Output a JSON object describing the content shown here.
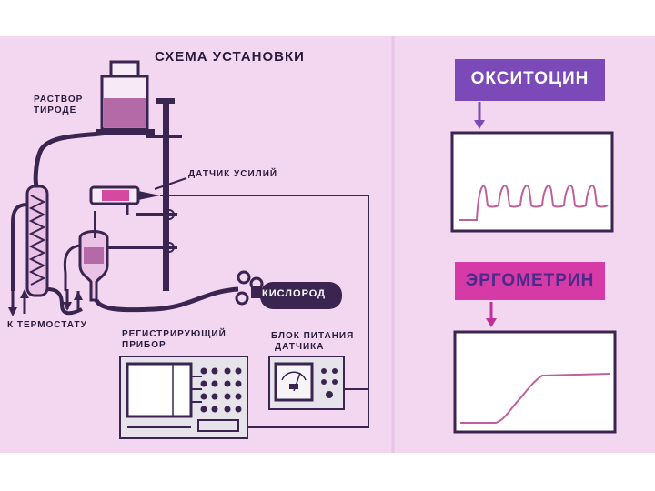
{
  "scheme": {
    "title": "СХЕМА УСТАНОВКИ",
    "tyrode_line1": "РАСТВОР",
    "tyrode_line2": "ТИРОДЕ",
    "force_sensor": "ДАТЧИК УСИЛИЙ",
    "oxygen": "КИСЛОРОД",
    "thermostat": "К ТЕРМОСТАТУ",
    "recorder_line1": "РЕГИСТРИРУЮЩИЙ",
    "recorder_line2": "ПРИБОР",
    "power_line1": "БЛОК ПИТАНИЯ",
    "power_line2": "ДАТЧИКА"
  },
  "panels": [
    {
      "label": "ОКСИТОЦИН",
      "badge_color": "#7b4ab8",
      "trace": "oscillation"
    },
    {
      "label": "ЭРГОМЕТРИН",
      "badge_color": "#d63aa6",
      "text_color": "#4a2a8a",
      "trace": "step"
    }
  ],
  "colors": {
    "background": "#f3d6f0",
    "line": "#3a2450",
    "trace": "#c0609a",
    "screen": "#ffffff"
  }
}
